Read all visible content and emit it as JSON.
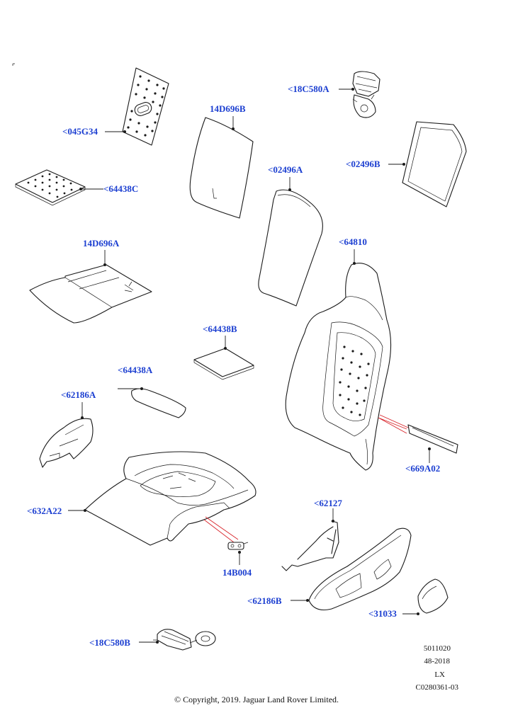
{
  "parts": [
    {
      "id": "045g34",
      "label": "<045G34"
    },
    {
      "id": "64438c",
      "label": "<64438C"
    },
    {
      "id": "14d696b",
      "label": "14D696B"
    },
    {
      "id": "18c580a",
      "label": "<18C580A"
    },
    {
      "id": "02496a",
      "label": "<02496A"
    },
    {
      "id": "02496b",
      "label": "<02496B"
    },
    {
      "id": "14d696a",
      "label": "14D696A"
    },
    {
      "id": "64810",
      "label": "<64810"
    },
    {
      "id": "64438b",
      "label": "<64438B"
    },
    {
      "id": "64438a",
      "label": "<64438A"
    },
    {
      "id": "62186a",
      "label": "<62186A"
    },
    {
      "id": "669a02",
      "label": "<669A02"
    },
    {
      "id": "632a22",
      "label": "<632A22"
    },
    {
      "id": "62127",
      "label": "<62127"
    },
    {
      "id": "14b004",
      "label": "14B004"
    },
    {
      "id": "62186b",
      "label": "<62186B"
    },
    {
      "id": "31033",
      "label": "<31033"
    },
    {
      "id": "18c580b",
      "label": "<18C580B"
    }
  ],
  "diagram_info": {
    "code": "5011020",
    "date": "48-2018",
    "model": "LX",
    "illustration": "C0280361-03"
  },
  "copyright": "© Copyright, 2019. Jaguar Land Rover Limited."
}
